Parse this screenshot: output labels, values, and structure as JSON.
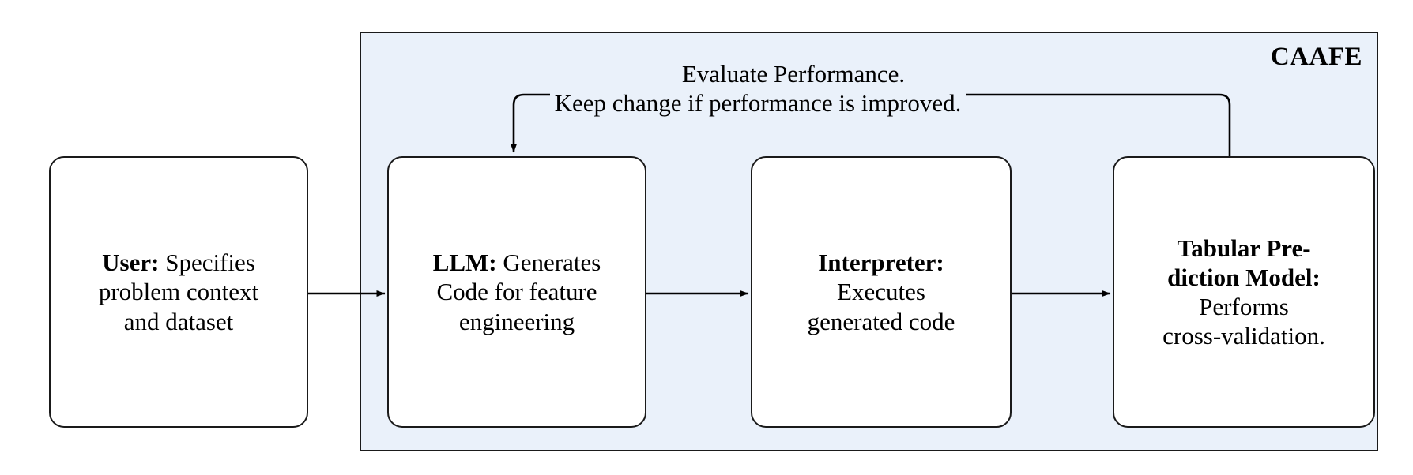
{
  "diagram": {
    "title": "CAAFE pipeline flow diagram",
    "container": {
      "label": "CAAFE",
      "fill_color": "#eaf1fa",
      "border_color": "#1a1a1a"
    },
    "boxes": [
      {
        "id": "user",
        "label_bold": "User:",
        "label_rest": " Specifies",
        "line2": "problem context",
        "line3": "and dataset",
        "inside_container": false
      },
      {
        "id": "llm",
        "label_bold": "LLM:",
        "label_rest": " Generates",
        "line2": "Code for feature",
        "line3": "engineering",
        "inside_container": true
      },
      {
        "id": "interpreter",
        "label_bold": "Interpreter:",
        "label_rest": "",
        "line2": "Executes",
        "line3": "generated code",
        "inside_container": true
      },
      {
        "id": "tabular",
        "label_bold": "Tabular Pre-",
        "label_bold2": "diction Model:",
        "line2": "Performs",
        "line3": "cross-validation.",
        "inside_container": true
      }
    ],
    "feedback_loop": {
      "line1": "Evaluate Performance.",
      "line2": "Keep change if performance is improved.",
      "from_box": "tabular",
      "to_box": "llm"
    },
    "arrows": [
      {
        "from": "user",
        "to": "llm"
      },
      {
        "from": "llm",
        "to": "interpreter"
      },
      {
        "from": "interpreter",
        "to": "tabular"
      }
    ]
  }
}
